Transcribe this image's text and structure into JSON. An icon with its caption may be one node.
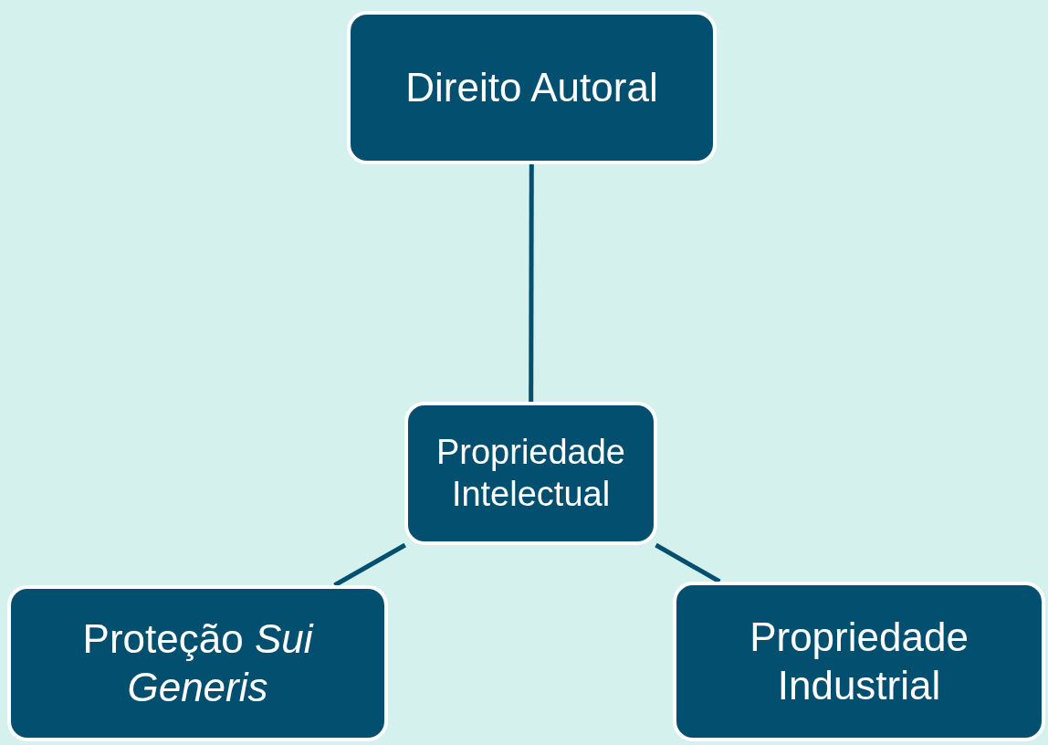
{
  "diagram": {
    "nodes": [
      {
        "text": [
          "Direito Autoral"
        ]
      },
      {
        "text": [
          "Propriedade Intelectual"
        ]
      },
      {
        "text": [
          "Proteção *Sui Generis*"
        ]
      },
      {
        "text": [
          "Propriedade Industrial"
        ]
      }
    ],
    "edges": [
      {
        "from": 1,
        "to": 0,
        "arrow": "none"
      },
      {
        "from": 1,
        "to": 2,
        "arrow": "none"
      },
      {
        "from": 1,
        "to": 3,
        "arrow": "none"
      }
    ]
  }
}
